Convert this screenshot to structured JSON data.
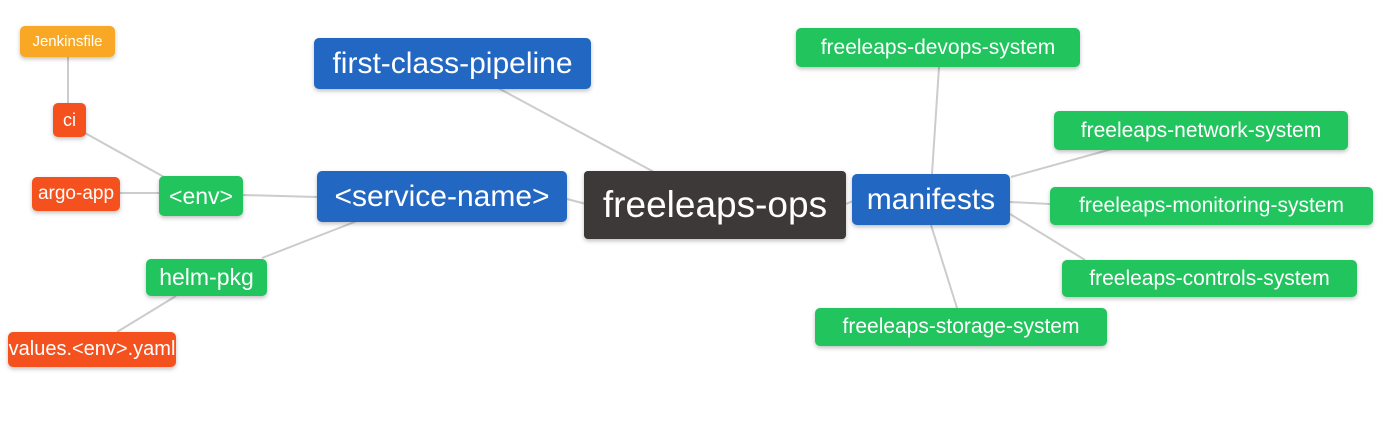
{
  "diagram": {
    "type": "mindmap",
    "root_label": "freeleaps-ops",
    "palette": {
      "orange": "#F9A825",
      "red": "#F5511E",
      "green": "#21C45D",
      "blue": "#2267C2",
      "dark": "#3D3939",
      "edge": "#CCCCCC",
      "node_text": "#FFFFFF"
    },
    "nodes": [
      {
        "id": "jenkinsfile",
        "label": "Jenkinsfile",
        "color": "orange"
      },
      {
        "id": "ci",
        "label": "ci",
        "color": "red"
      },
      {
        "id": "argo-app",
        "label": "argo-app",
        "color": "red"
      },
      {
        "id": "env",
        "label": "<env>",
        "color": "green"
      },
      {
        "id": "helm-pkg",
        "label": "helm-pkg",
        "color": "green"
      },
      {
        "id": "values-env-yaml",
        "label": "values.<env>.yaml",
        "color": "red"
      },
      {
        "id": "first-class-pipeline",
        "label": "first-class-pipeline",
        "color": "blue"
      },
      {
        "id": "service-name",
        "label": "<service-name>",
        "color": "blue"
      },
      {
        "id": "freeleaps-ops",
        "label": "freeleaps-ops",
        "color": "dark"
      },
      {
        "id": "manifests",
        "label": "manifests",
        "color": "blue"
      },
      {
        "id": "freeleaps-devops-system",
        "label": "freeleaps-devops-system",
        "color": "green"
      },
      {
        "id": "freeleaps-network-system",
        "label": "freeleaps-network-system",
        "color": "green"
      },
      {
        "id": "freeleaps-monitoring-system",
        "label": "freeleaps-monitoring-system",
        "color": "green"
      },
      {
        "id": "freeleaps-controls-system",
        "label": "freeleaps-controls-system",
        "color": "green"
      },
      {
        "id": "freeleaps-storage-system",
        "label": "freeleaps-storage-system",
        "color": "green"
      }
    ],
    "edges": [
      [
        "jenkinsfile",
        "ci"
      ],
      [
        "ci",
        "env"
      ],
      [
        "argo-app",
        "env"
      ],
      [
        "env",
        "service-name"
      ],
      [
        "helm-pkg",
        "service-name"
      ],
      [
        "values-env-yaml",
        "helm-pkg"
      ],
      [
        "first-class-pipeline",
        "freeleaps-ops"
      ],
      [
        "service-name",
        "freeleaps-ops"
      ],
      [
        "freeleaps-ops",
        "manifests"
      ],
      [
        "manifests",
        "freeleaps-devops-system"
      ],
      [
        "manifests",
        "freeleaps-network-system"
      ],
      [
        "manifests",
        "freeleaps-monitoring-system"
      ],
      [
        "manifests",
        "freeleaps-controls-system"
      ],
      [
        "manifests",
        "freeleaps-storage-system"
      ]
    ]
  }
}
